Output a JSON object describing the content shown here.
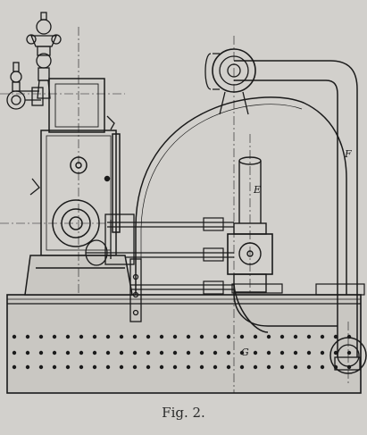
{
  "figure": {
    "caption": "Fig. 2.",
    "labels": {
      "e": "E",
      "f": "F",
      "g": "G"
    }
  },
  "colors": {
    "ink": "#1a1a1a",
    "paper": "#d2d0cc",
    "boiler": "#c9c7c2"
  }
}
